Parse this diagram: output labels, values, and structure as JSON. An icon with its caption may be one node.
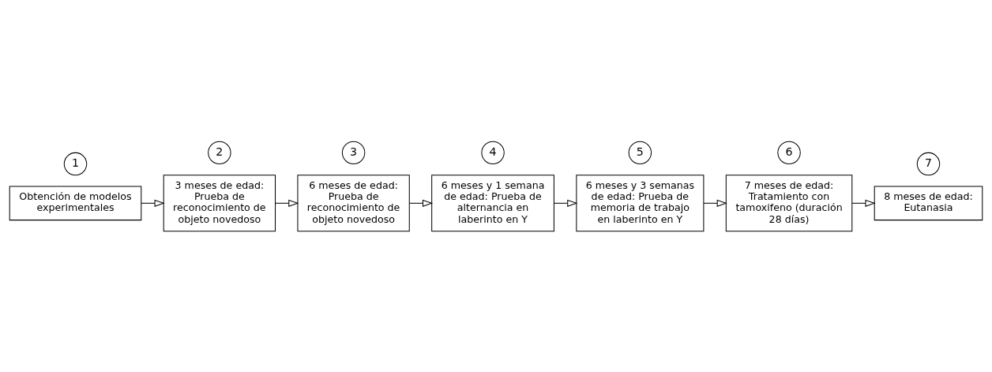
{
  "diagram": {
    "nodes": [
      {
        "text": [
          "1"
        ]
      },
      {
        "text": [
          "Obtención de modelos experimentales"
        ]
      },
      {
        "text": [
          "2"
        ]
      },
      {
        "text": [
          "3 meses de edad: Prueba de reconocimiento de objeto novedoso"
        ]
      },
      {
        "text": [
          "3"
        ]
      },
      {
        "text": [
          "6 meses de edad: Prueba de reconocimiento de objeto novedoso"
        ]
      },
      {
        "text": [
          "4"
        ]
      },
      {
        "text": [
          "6 meses y 1 semana de edad: Prueba de alternancia en laberinto en Y"
        ]
      },
      {
        "text": [
          "5"
        ]
      },
      {
        "text": [
          "6 meses y 3 semanas de edad: Prueba de memoria de trabajo en laberinto en Y"
        ]
      },
      {
        "text": [
          "6"
        ]
      },
      {
        "text": [
          "7 meses de edad: Tratamiento con tamoxifeno (duración 28 días)"
        ]
      },
      {
        "text": [
          "7"
        ]
      },
      {
        "text": [
          "8 meses de edad: Eutanasia"
        ]
      }
    ],
    "edges": [
      {
        "from": 1,
        "to": 3,
        "arrow": "to"
      },
      {
        "from": 3,
        "to": 5,
        "arrow": "to"
      },
      {
        "from": 5,
        "to": 7,
        "arrow": "to"
      },
      {
        "from": 7,
        "to": 9,
        "arrow": "to"
      },
      {
        "from": 9,
        "to": 11,
        "arrow": "to"
      },
      {
        "from": 11,
        "to": 13,
        "arrow": "to"
      }
    ]
  }
}
